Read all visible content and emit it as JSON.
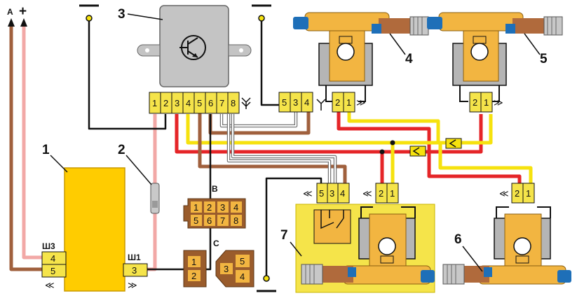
{
  "colors": {
    "connector_fill": "#f5e44a",
    "controller_fill": "#ffcc00",
    "harness_brown": "#a0603d",
    "harness_red": "#e52528",
    "harness_yellow": "#f6e20e",
    "harness_pink": "#f2a8a6",
    "ground": "#111111",
    "actuator_body": "#f2b541",
    "actuator_grey": "#b5b5b5",
    "actuator_blue": "#1e6fb8",
    "connector_brown": "#9a5c2c"
  },
  "callouts": {
    "c1": "1",
    "c2": "2",
    "c3": "3",
    "c4": "4",
    "c5": "5",
    "c6": "6",
    "c7": "7"
  },
  "power": {
    "minus_label": "A",
    "plus_label": "+"
  },
  "controller": {
    "sh3_label": "Ш3",
    "sh3_pins": [
      "4",
      "5"
    ],
    "sh1_label": "Ш1",
    "sh1_pins": [
      "3"
    ],
    "male_symbol": "≪",
    "female_symbol": "≫"
  },
  "relay_unit": {
    "pins": [
      "1",
      "2",
      "3",
      "4",
      "5",
      "6",
      "7",
      "8"
    ],
    "aux_pins": [
      "5",
      "3",
      "4"
    ]
  },
  "actuators": {
    "a4_pins": [
      "2",
      "1"
    ],
    "a5_pins": [
      "2",
      "1"
    ],
    "a6_pins": [
      "2",
      "1"
    ],
    "a7_pins": [
      "2",
      "1"
    ],
    "a7_switch_pins": [
      "5",
      "3",
      "4"
    ]
  },
  "connector_views": {
    "b_label": "B",
    "b_pins": [
      "1",
      "2",
      "3",
      "4",
      "5",
      "6",
      "7",
      "8"
    ],
    "c_label": "C",
    "c_small_pins": [
      "1",
      "2"
    ],
    "c_large_pins": [
      "3",
      "5",
      "4"
    ]
  }
}
